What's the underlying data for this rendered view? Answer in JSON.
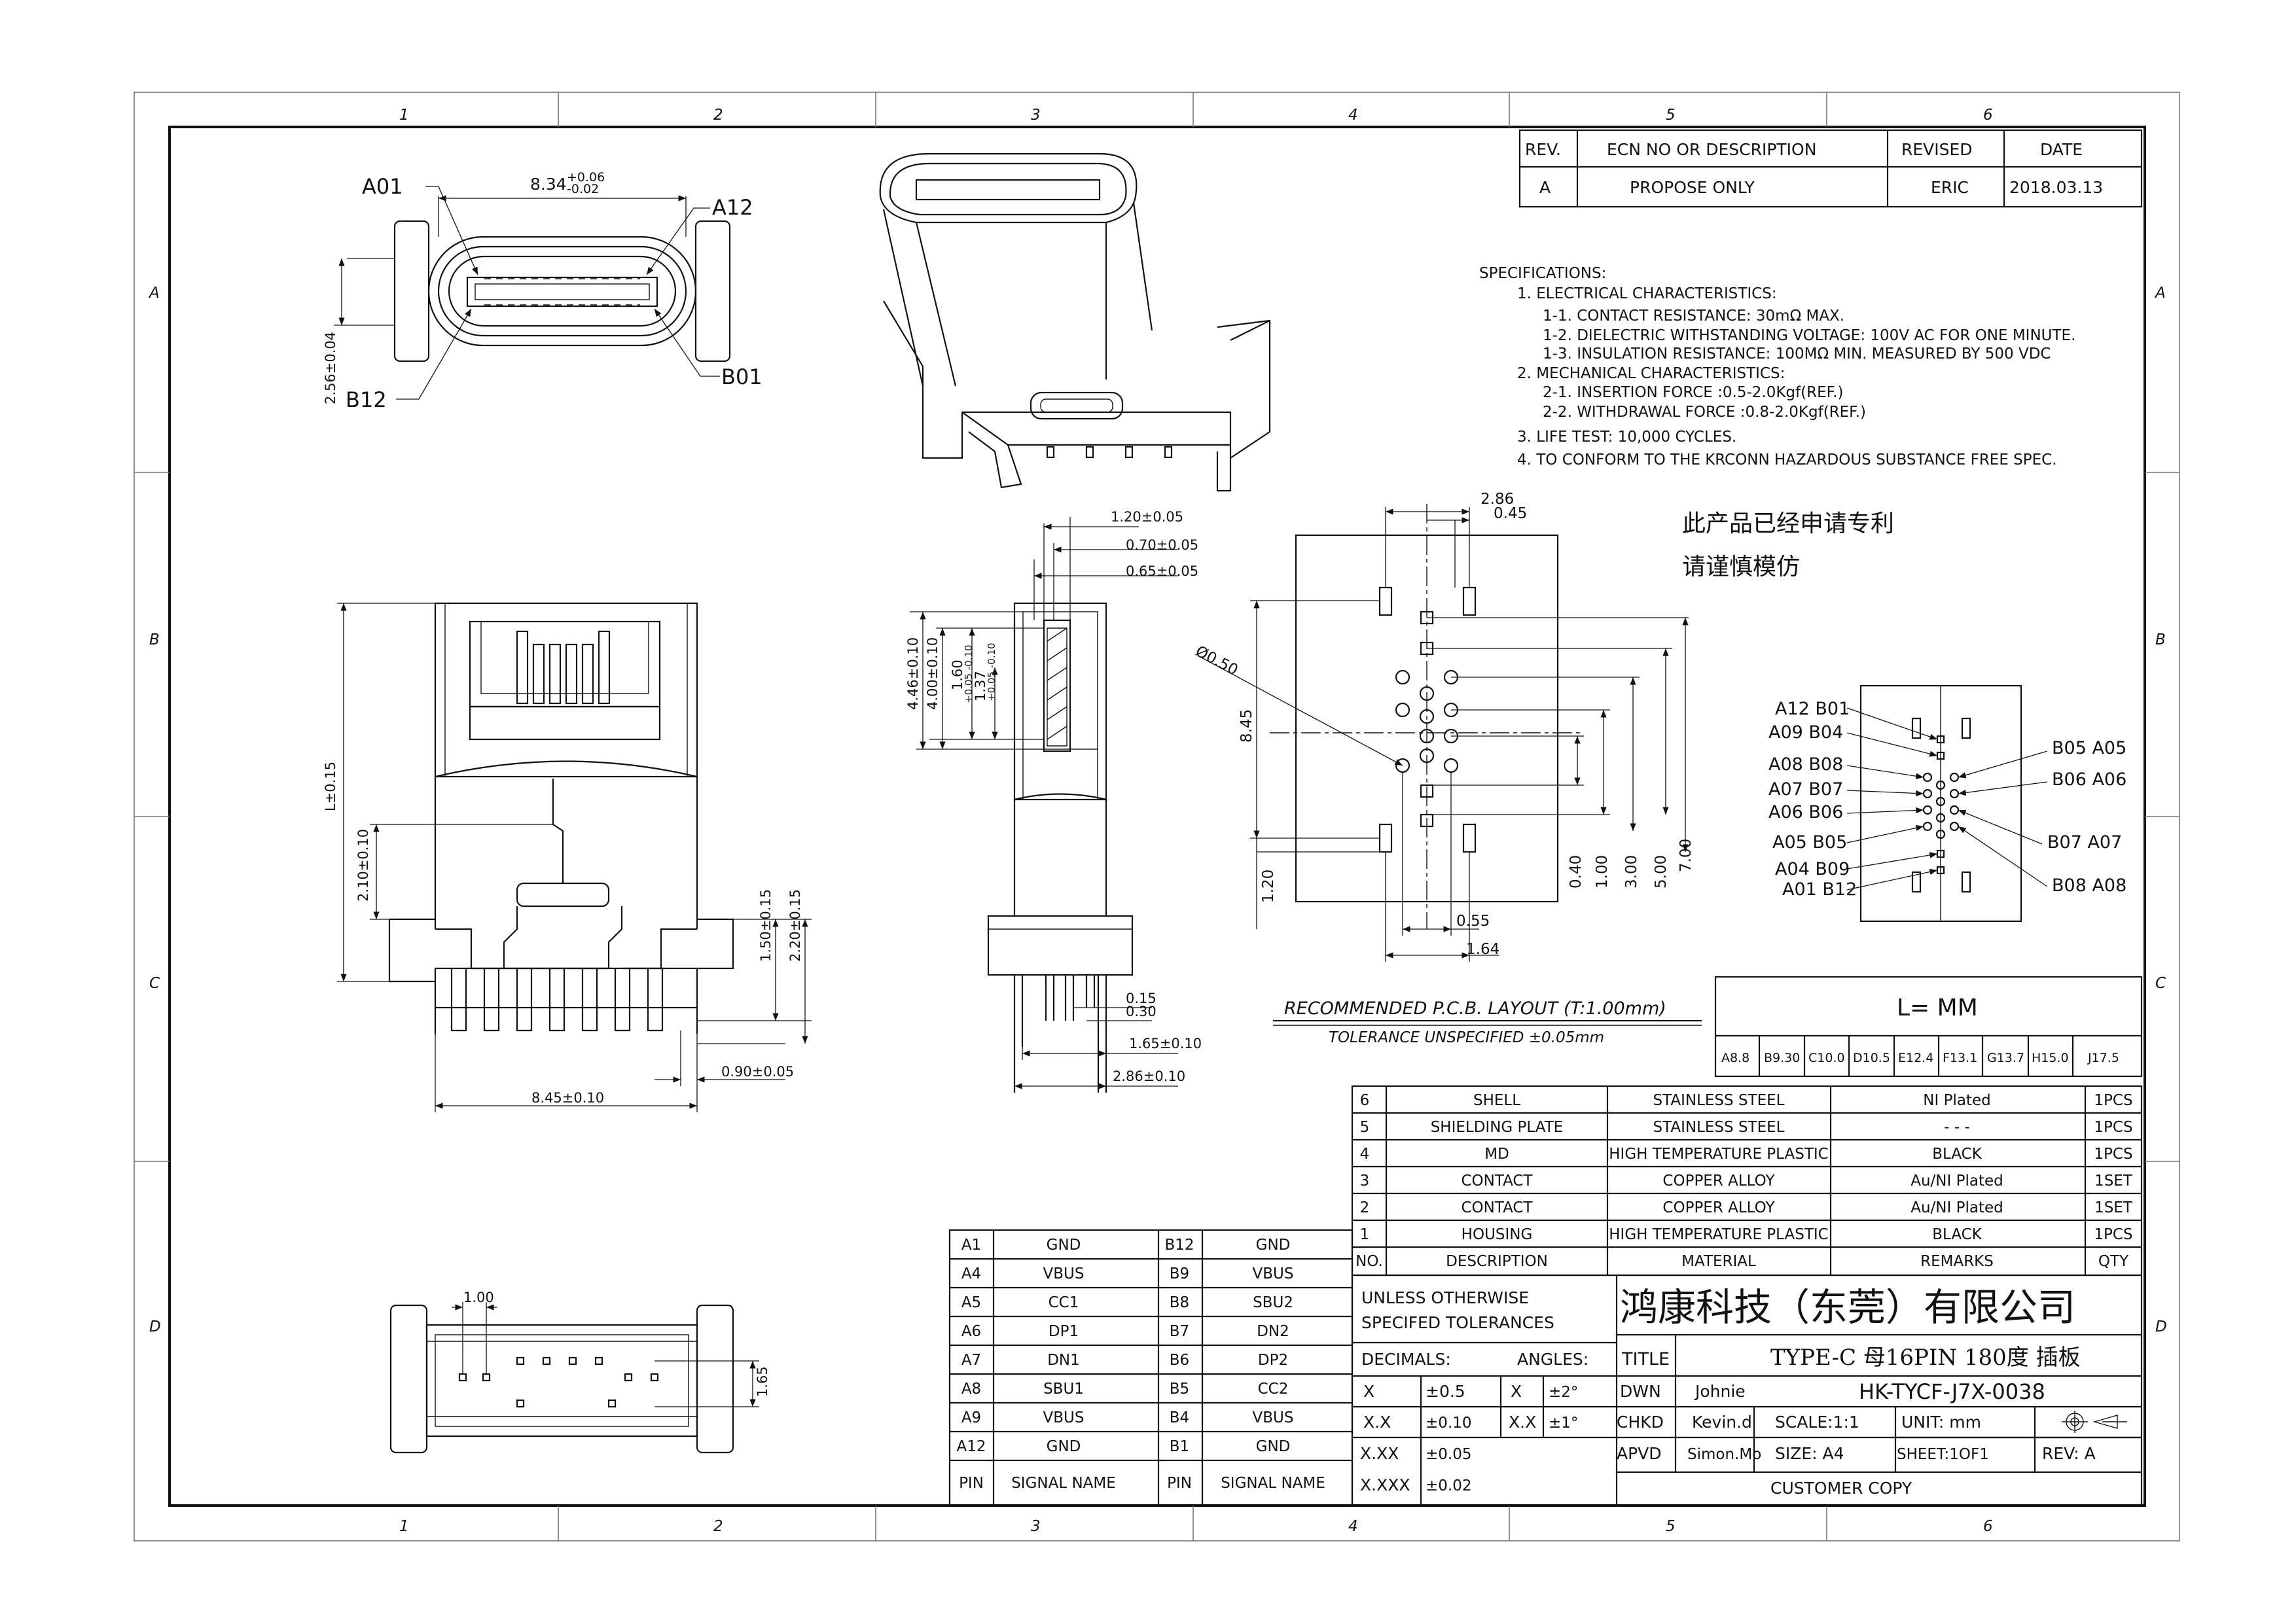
{
  "frame": {
    "columns": [
      "1",
      "2",
      "3",
      "4",
      "5",
      "6"
    ],
    "rows": [
      "A",
      "B",
      "C",
      "D"
    ]
  },
  "revision": {
    "headers": [
      "REV.",
      "ECN NO OR DESCRIPTION",
      "REVISED",
      "DATE"
    ],
    "row": [
      "A",
      "PROPOSE ONLY",
      "ERIC",
      "2018.03.13"
    ]
  },
  "specifications": [
    "SPECIFICATIONS:",
    "1. ELECTRICAL CHARACTERISTICS:",
    "1-1. CONTACT RESISTANCE: 30mΩ MAX.",
    "1-2. DIELECTRIC WITHSTANDING VOLTAGE: 100V AC FOR ONE MINUTE.",
    "1-3. INSULATION RESISTANCE: 100MΩ MIN. MEASURED BY 500 VDC",
    "2. MECHANICAL CHARACTERISTICS:",
    "2-1. INSERTION FORCE :0.5-2.0Kgf(REF.)",
    "2-2. WITHDRAWAL FORCE :0.8-2.0Kgf(REF.)",
    "3. LIFE TEST: 10,000 CYCLES.",
    "4. TO CONFORM TO THE KRCONN HAZARDOUS SUBSTANCE FREE SPEC."
  ],
  "patent_note": [
    "此产品已经申请专利",
    "请谨慎模仿"
  ],
  "front_view": {
    "width": "8.34",
    "width_tol_plus": "+0.06",
    "width_tol_minus": "-0.02",
    "height": "2.56±0.04",
    "pins": {
      "top_left": "A01",
      "top_right": "A12",
      "bottom_left": "B12",
      "bottom_right": "B01"
    }
  },
  "side_view": {
    "L": "L±0.15",
    "d210": "2.10±0.10",
    "d150": "1.50±0.15",
    "d220": "2.20±0.15",
    "d090": "0.90±0.05",
    "d845": "8.45±0.10"
  },
  "section_view": {
    "d120": "1.20±0.05",
    "d070": "0.70±0.05",
    "d065": "0.65±0.05",
    "d446": "4.46±0.10",
    "d400": "4.00±0.10",
    "d160": "1.60",
    "d160t": "+0.05 -0.10",
    "d137": "1.37",
    "d137t": "+0.05 -0.10",
    "d015": "0.15",
    "d030": "0.30",
    "d165": "1.65±0.10",
    "d286": "2.86±0.10"
  },
  "pcb_layout": {
    "d286": "2.86",
    "d045": "0.45",
    "dia": "Ø0.50",
    "d845": "8.45",
    "d120": "1.20",
    "d040": "0.40",
    "d100": "1.00",
    "d300": "3.00",
    "d500": "5.00",
    "d700": "7.00",
    "d055": "0.55",
    "d164": "1.64",
    "title": "RECOMMENDED  P.C.B.  LAYOUT  (T:1.00mm)",
    "tolerance": "TOLERANCE  UNSPECIFIED  ±0.05mm"
  },
  "pinout_diagram": {
    "left": [
      "A12  B01",
      "A09  B04",
      "A08  B08",
      "A07  B07",
      "A06  B06",
      "A05  B05",
      "A04  B09",
      "A01  B12"
    ],
    "right": [
      "B05  A05",
      "B06  A06",
      "B07  A07",
      "B08  A08"
    ]
  },
  "bottom_view": {
    "d100": "1.00",
    "d165": "1.65"
  },
  "length_table": {
    "title": "L=     MM",
    "options": [
      "A8.8",
      "B9.30",
      "C10.0",
      "D10.5",
      "E12.4",
      "F13.1",
      "G13.7",
      "H15.0",
      "J17.5"
    ]
  },
  "bom": {
    "rows": [
      [
        "6",
        "SHELL",
        "STAINLESS STEEL",
        "NI Plated",
        "1PCS"
      ],
      [
        "5",
        "SHIELDING PLATE",
        "STAINLESS STEEL",
        "- - -",
        "1PCS"
      ],
      [
        "4",
        "MD",
        "HIGH TEMPERATURE PLASTIC",
        "BLACK",
        "1PCS"
      ],
      [
        "3",
        "CONTACT",
        "COPPER ALLOY",
        "Au/NI Plated",
        "1SET"
      ],
      [
        "2",
        "CONTACT",
        "COPPER ALLOY",
        "Au/NI Plated",
        "1SET"
      ],
      [
        "1",
        "HOUSING",
        "HIGH TEMPERATURE PLASTIC",
        "BLACK",
        "1PCS"
      ]
    ],
    "headers": [
      "NO.",
      "DESCRIPTION",
      "MATERIAL",
      "REMARKS",
      "QTY"
    ]
  },
  "signal_table": {
    "rows": [
      [
        "A1",
        "GND",
        "B12",
        "GND"
      ],
      [
        "A4",
        "VBUS",
        "B9",
        "VBUS"
      ],
      [
        "A5",
        "CC1",
        "B8",
        "SBU2"
      ],
      [
        "A6",
        "DP1",
        "B7",
        "DN2"
      ],
      [
        "A7",
        "DN1",
        "B6",
        "DP2"
      ],
      [
        "A8",
        "SBU1",
        "B5",
        "CC2"
      ],
      [
        "A9",
        "VBUS",
        "B4",
        "VBUS"
      ],
      [
        "A12",
        "GND",
        "B1",
        "GND"
      ]
    ],
    "headers": [
      "PIN",
      "SIGNAL NAME",
      "PIN",
      "SIGNAL NAME"
    ]
  },
  "title_block": {
    "company": "鸿康科技（东莞）有限公司",
    "tolerance_note": [
      "UNLESS OTHERWISE",
      "SPECIFED TOLERANCES"
    ],
    "decimals_label": "DECIMALS:",
    "angles_label": "ANGLES:",
    "decimals": [
      [
        "X",
        "±0.5"
      ],
      [
        "X.X",
        "±0.10"
      ],
      [
        "X.XX",
        "±0.05"
      ],
      [
        "X.XXX",
        "±0.02"
      ]
    ],
    "angles": [
      [
        "X",
        "±2°"
      ],
      [
        "X.X",
        "±1°"
      ]
    ],
    "title_label": "TITLE",
    "title": "TYPE-C 母16PIN 180度 插板",
    "part_number": "HK-TYCF-J7X-0038",
    "dwn_label": "DWN",
    "dwn": "Johnie",
    "chkd_label": "CHKD",
    "chkd": "Kevin.d",
    "apvd_label": "APVD",
    "apvd": "Simon.Mo",
    "scale": "SCALE:1:1",
    "unit": "UNIT:   mm",
    "size": "SIZE: A4",
    "sheet": "SHEET:1OF1",
    "rev": "REV: A",
    "footer": "CUSTOMER COPY"
  }
}
